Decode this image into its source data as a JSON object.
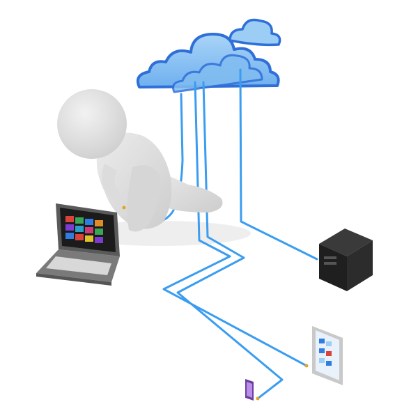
{
  "scene": {
    "background": "#ffffff",
    "subjects": [
      "figure",
      "laptop",
      "cloud",
      "tower-pc",
      "tablet",
      "smartphone"
    ],
    "colors": {
      "figure": "#e3e3e3",
      "figure_shade": "#c9c9c9",
      "cloud_fill": "#8fc3f2",
      "cloud_edge": "#2f6fd8",
      "cable": "#3a9df0",
      "laptop_body": "#707070",
      "laptop_screen": "#1b1b1b",
      "tower": "#1f1f1f",
      "tablet_frame": "#d0d0d0",
      "phone": "#6b3fa0"
    }
  }
}
